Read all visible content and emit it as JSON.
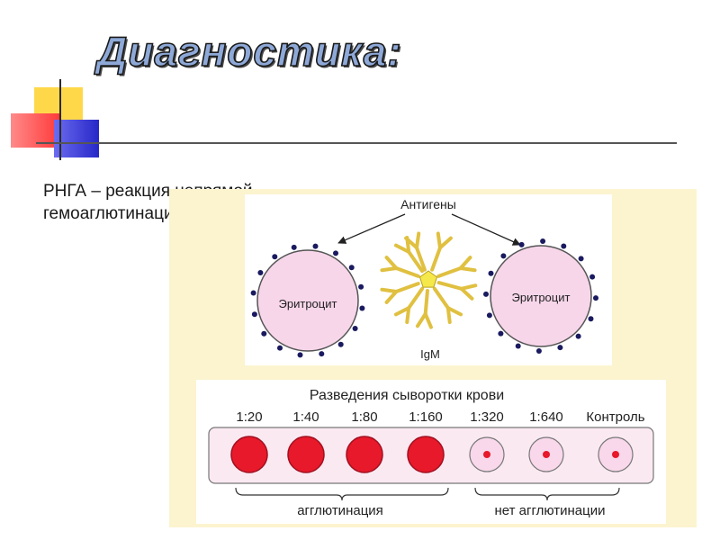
{
  "slide": {
    "title": "Диагностика:",
    "subtitle": "РНГА – реакция непрямой гемоаглютинации"
  },
  "diagram_top": {
    "antigens_label": "Антигены",
    "erythrocyte_left_label": "Эритроцит",
    "erythrocyte_right_label": "Эритроцит",
    "igm_label": "IgM"
  },
  "diagram_bottom": {
    "heading": "Разведения сыворотки крови",
    "dilutions": [
      "1:20",
      "1:40",
      "1:80",
      "1:160",
      "1:320",
      "1:640",
      "Контроль"
    ],
    "wells": [
      {
        "result": "agglutination"
      },
      {
        "result": "agglutination"
      },
      {
        "result": "agglutination"
      },
      {
        "result": "agglutination"
      },
      {
        "result": "no-agglutination"
      },
      {
        "result": "no-agglutination"
      },
      {
        "result": "no-agglutination"
      }
    ],
    "group_left_label": "агглютинация",
    "group_right_label": "нет агглютинации"
  },
  "colors": {
    "cell_fill": "#f7d6ea",
    "antigen_dot": "#1a1a60",
    "antibody": "#e0c040",
    "pentamer_core": "#f4e84a",
    "well_red": "#e8192a",
    "well_pink": "#f8d8ea"
  }
}
